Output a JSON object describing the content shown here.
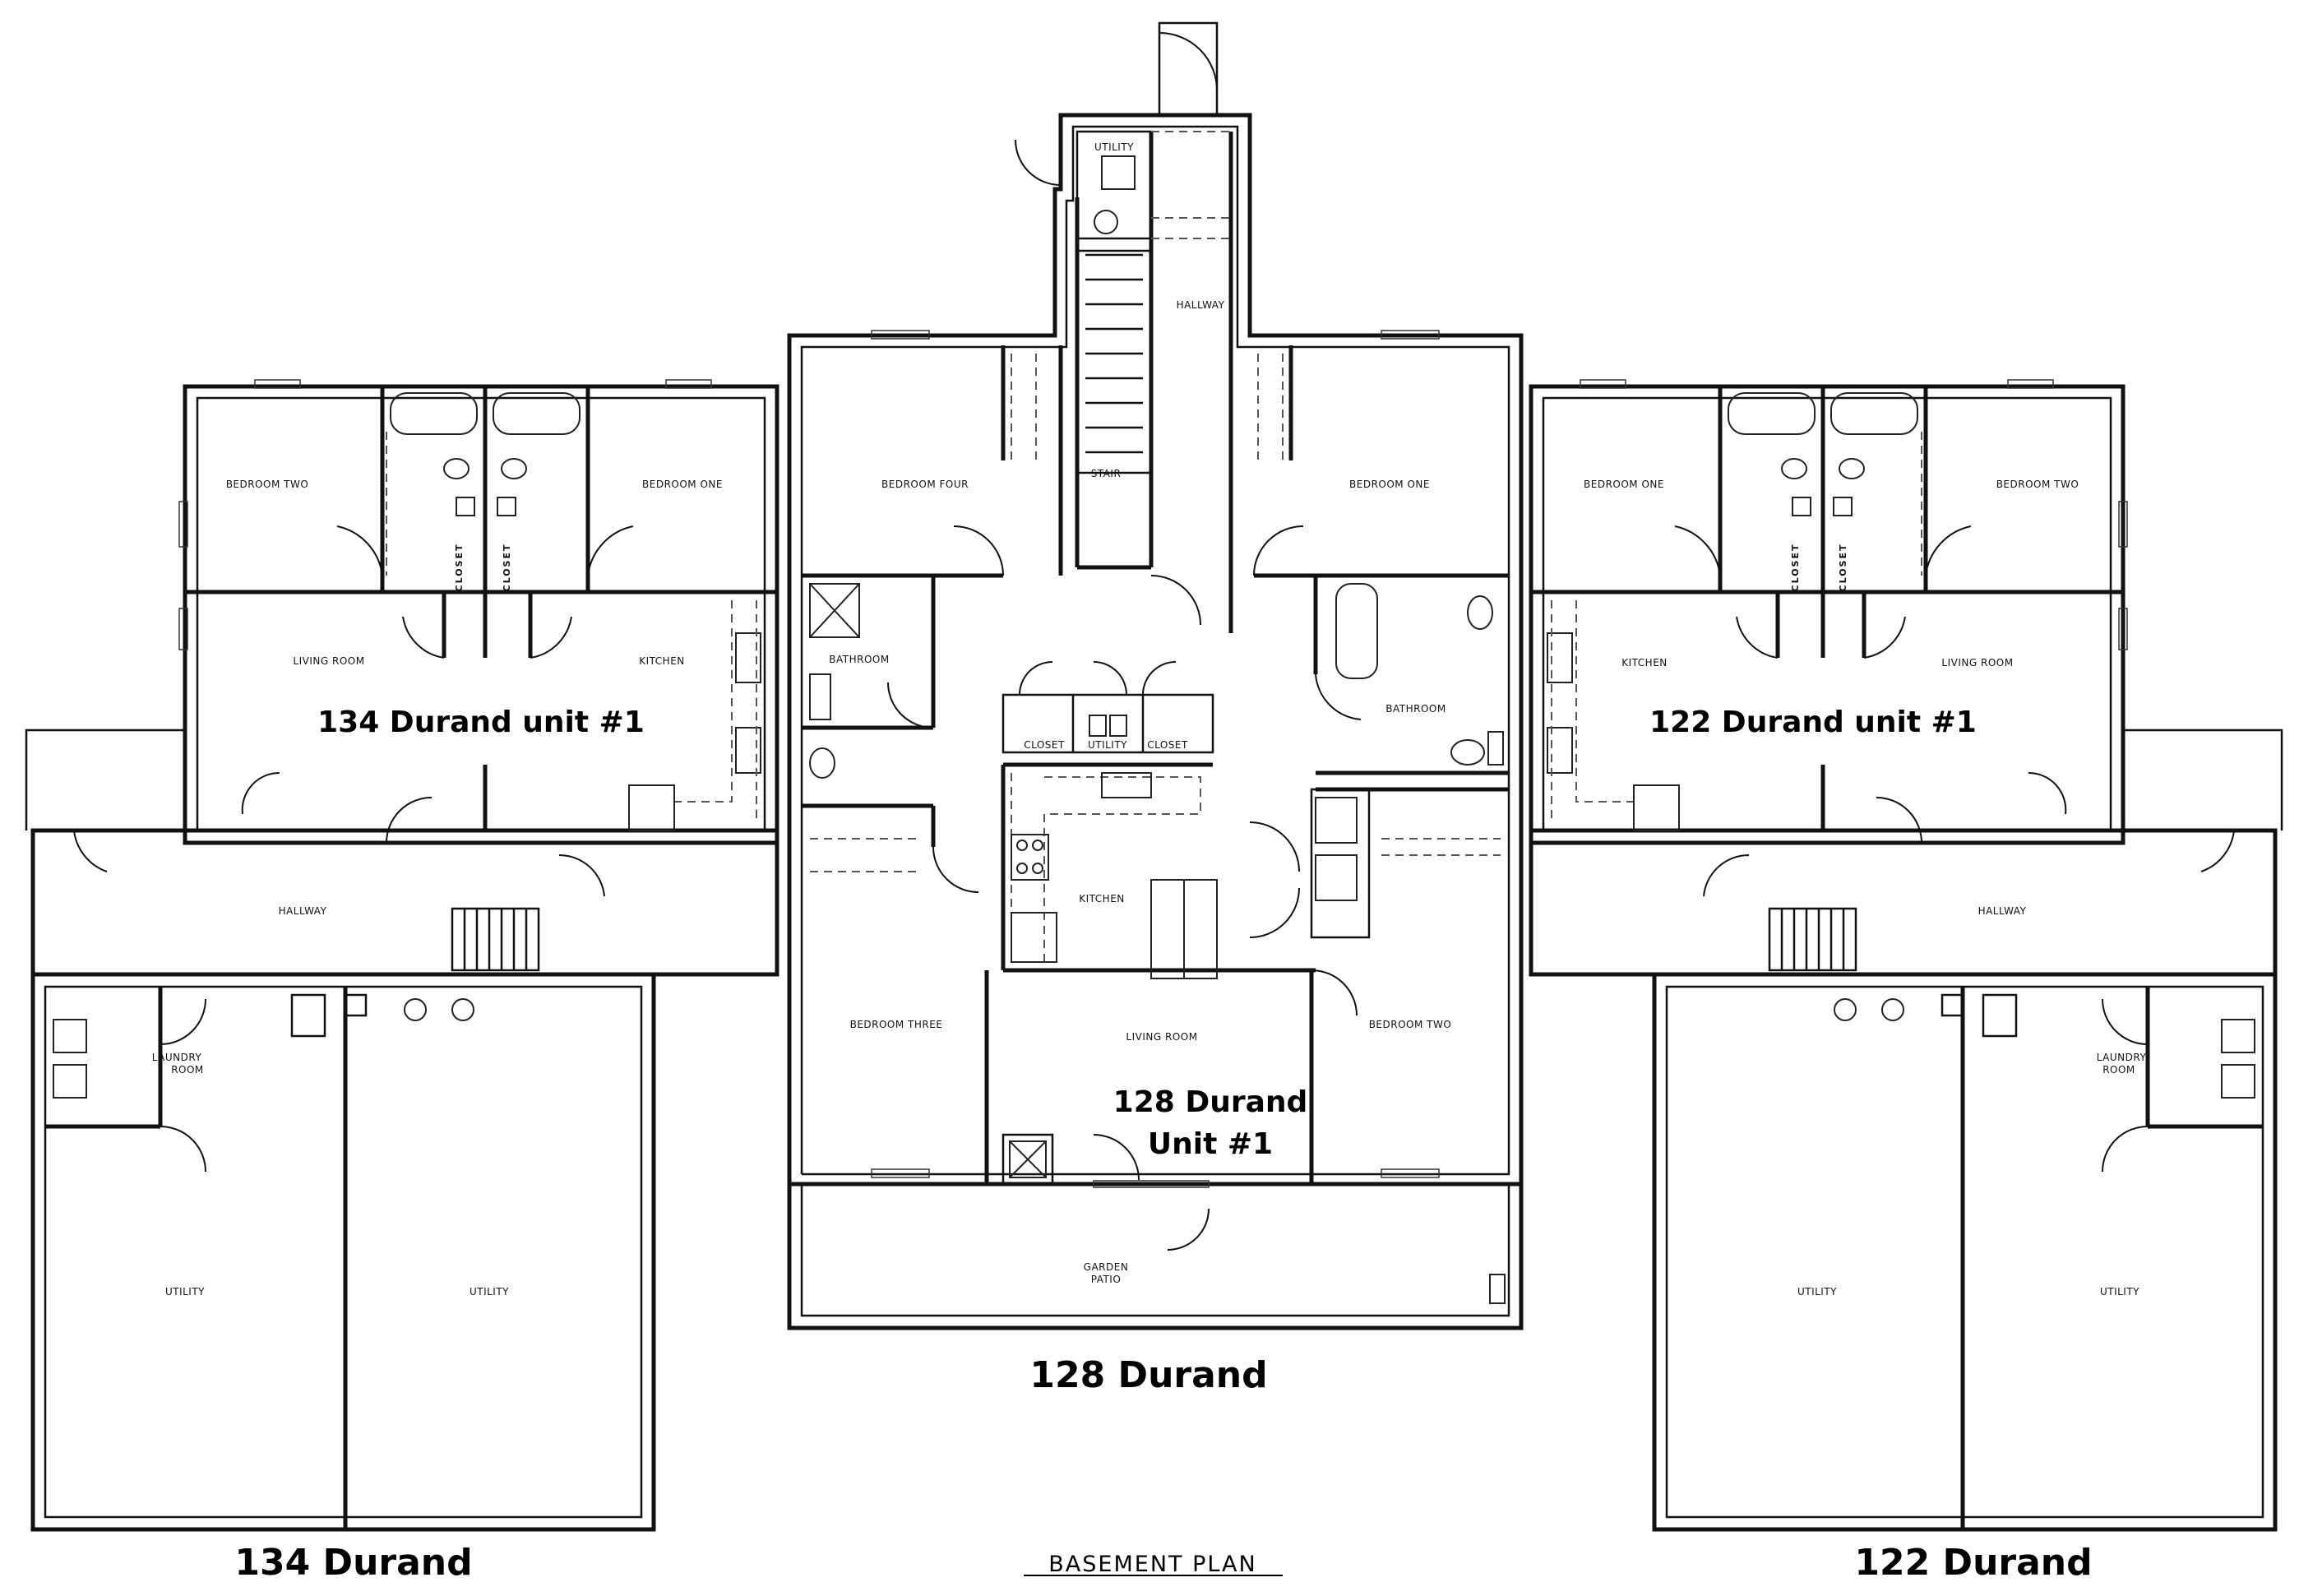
{
  "plan": {
    "title": "BASEMENT PLAN",
    "buildings": {
      "left": "134 Durand",
      "center": "128 Durand",
      "right": "122 Durand"
    },
    "units": {
      "left": "134 Durand unit #1",
      "center_line1": "128 Durand",
      "center_line2": "Unit #1",
      "right": "122 Durand unit #1"
    },
    "rooms": {
      "left": {
        "bedroom_two": "BEDROOM TWO",
        "bedroom_one": "BEDROOM ONE",
        "closet_a": "CLOSET",
        "closet_b": "CLOSET",
        "living_room": "LIVING ROOM",
        "kitchen": "KITCHEN",
        "hallway": "HALLWAY",
        "laundry_line1": "LAUNDRY",
        "laundry_line2": "ROOM",
        "utility_a": "UTILITY",
        "utility_b": "UTILITY"
      },
      "center": {
        "utility_top": "UTILITY",
        "hallway": "HALLWAY",
        "stair": "STAIR",
        "bedroom_four": "BEDROOM FOUR",
        "bedroom_one": "BEDROOM ONE",
        "bathroom_left": "BATHROOM",
        "bathroom_right": "BATHROOM",
        "closet_left": "CLOSET",
        "utility_mid": "UTILITY",
        "closet_right": "CLOSET",
        "kitchen": "KITCHEN",
        "bedroom_three": "BEDROOM THREE",
        "living_room": "LIVING ROOM",
        "bedroom_two": "BEDROOM TWO",
        "garden_line1": "GARDEN",
        "garden_line2": "PATIO"
      },
      "right": {
        "bedroom_one": "BEDROOM ONE",
        "bedroom_two": "BEDROOM TWO",
        "closet_a": "CLOSET",
        "closet_b": "CLOSET",
        "kitchen": "KITCHEN",
        "living_room": "LIVING ROOM",
        "hallway": "HALLWAY",
        "laundry_line1": "LAUNDRY",
        "laundry_line2": "ROOM",
        "utility_a": "UTILITY",
        "utility_b": "UTILITY"
      }
    }
  }
}
